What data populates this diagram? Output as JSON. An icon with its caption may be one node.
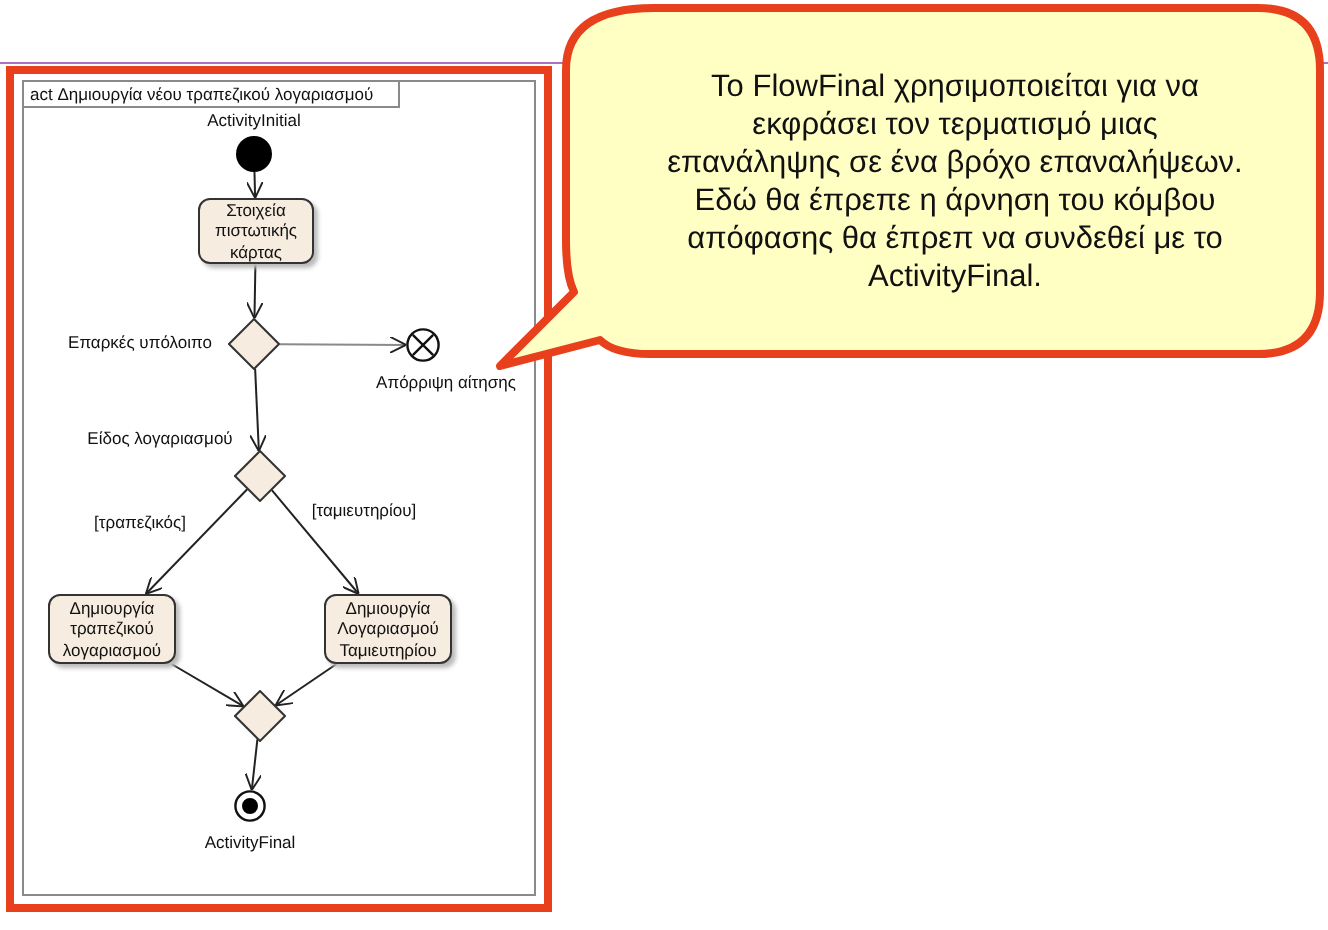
{
  "diagram": {
    "nodes": [
      {
        "text": [
          "act Δημιουργία νέου τραπεζικού λογαριασμού"
        ]
      },
      {
        "text": [],
        "shape": "circle",
        "beside": [
          "ActivityInitial"
        ],
        "in": 0
      },
      {
        "text": [
          "Στοιχεία πιστωτικής κάρτας"
        ],
        "in": 0
      },
      {
        "text": [],
        "shape": "diamond",
        "beside": [
          "Επαρκές υπόλοιπο"
        ],
        "in": 0
      },
      {
        "text": [],
        "shape": "circle",
        "beside": [
          "Απόρριψη αίτησης"
        ],
        "in": 0
      },
      {
        "text": [],
        "shape": "diamond",
        "beside": [
          "Είδος λογαριασμού"
        ],
        "in": 0
      },
      {
        "text": [
          "Δημιουργία τραπεζικού λογαριασμού"
        ],
        "in": 0
      },
      {
        "text": [
          "Δημιουργία Λογαριασμού Ταμιευτηρίου"
        ],
        "in": 0
      },
      {
        "text": [],
        "shape": "diamond",
        "in": 0
      },
      {
        "text": [],
        "shape": "circle",
        "beside": [
          "ActivityFinal"
        ],
        "in": 0
      },
      {
        "text": [
          "Το FlowFinal χρησιμοποιείται για να εκφράσει τον τερματισμό μιας επανάληψης σε ένα βρόχο επαναλήψεων.",
          "Εδώ θα έπρεπε η άρνηση του κόμβου απόφασης θα έπρεπ να συνδεθεί με το ActivityFinal."
        ]
      }
    ],
    "edges": [
      {
        "from": 1,
        "to": 2,
        "arrow": "to"
      },
      {
        "from": 2,
        "to": 3,
        "arrow": "to"
      },
      {
        "from": 3,
        "to": 4,
        "arrow": "to",
        "color": "#8a8a8a"
      },
      {
        "from": 3,
        "to": 5,
        "arrow": "to"
      },
      {
        "from": 5,
        "to": 6,
        "arrow": "to",
        "label": "[τραπεζικός]"
      },
      {
        "from": 5,
        "to": 7,
        "arrow": "to",
        "label": "[ταμιευτηρίου]"
      },
      {
        "from": 6,
        "to": 8,
        "arrow": "to"
      },
      {
        "from": 7,
        "to": 8,
        "arrow": "to"
      },
      {
        "from": 8,
        "to": 9,
        "arrow": "to"
      }
    ]
  }
}
